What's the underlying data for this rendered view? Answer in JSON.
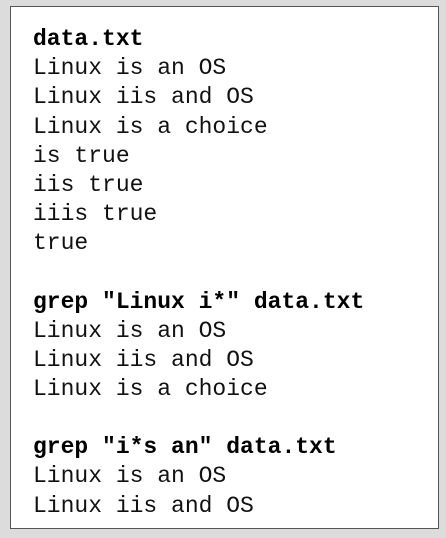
{
  "blocks": [
    {
      "heading": "data.txt",
      "lines": [
        "Linux is an OS",
        "Linux iis and OS",
        "Linux is a choice",
        "is true",
        "iis true",
        "iiis true",
        "true"
      ]
    },
    {
      "heading": "grep \"Linux i*\" data.txt",
      "lines": [
        "Linux is an OS",
        "Linux iis and OS",
        "Linux is a choice"
      ]
    },
    {
      "heading": "grep \"i*s an\" data.txt",
      "lines": [
        "Linux is an OS",
        "Linux iis and OS"
      ]
    }
  ]
}
